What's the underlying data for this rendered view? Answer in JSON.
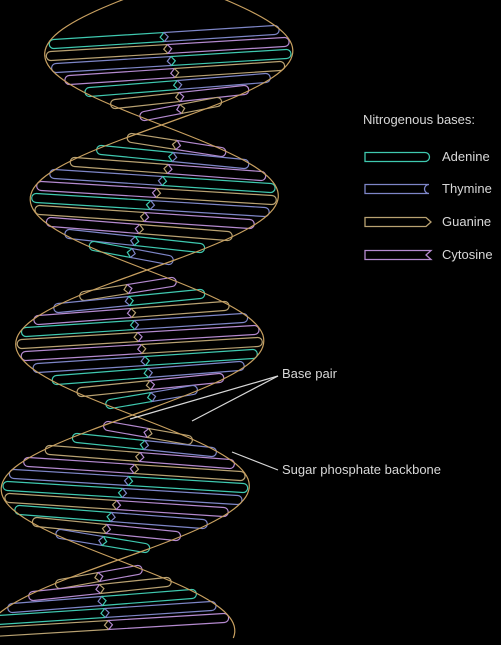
{
  "legend": {
    "title": "Nitrogenous bases:",
    "items": [
      {
        "label": "Adenine",
        "color": "#3fc9b0",
        "end": "round-cap"
      },
      {
        "label": "Thymine",
        "color": "#7e86c8",
        "end": "concave-notch"
      },
      {
        "label": "Guanine",
        "color": "#b9a272",
        "end": "arrow-point"
      },
      {
        "label": "Cytosine",
        "color": "#b58ad0",
        "end": "v-notch"
      }
    ]
  },
  "callouts": {
    "base_pair": "Base pair",
    "backbone": "Sugar phosphate backbone"
  },
  "colors": {
    "backbone": "#c8a060",
    "background": "#000000",
    "leader": "#d8d8d8"
  }
}
